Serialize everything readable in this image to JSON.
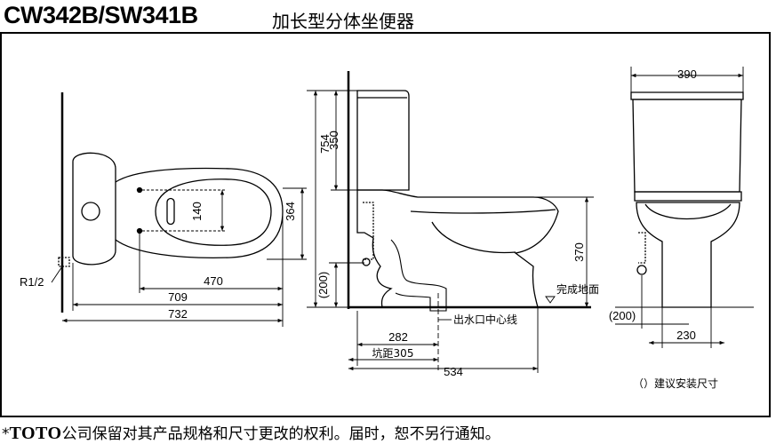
{
  "header": {
    "model": "CW342B/SW341B",
    "product_name": "加长型分体坐便器"
  },
  "plan_view": {
    "dim_140": "140",
    "dim_364": "364",
    "dim_470": "470",
    "dim_709": "709",
    "dim_732": "732",
    "label_r12": "R1/2"
  },
  "side_view": {
    "dim_754": "754",
    "dim_350": "350",
    "dim_200": "(200)",
    "dim_370": "370",
    "dim_282": "282",
    "dim_305": "坑距305",
    "dim_534": "534",
    "label_floor": "完成地面",
    "label_outlet": "出水口中心线"
  },
  "front_view": {
    "dim_390": "390",
    "dim_200": "(200)",
    "dim_230": "230"
  },
  "legend": {
    "text": "（）建议安装尺寸"
  },
  "footer": {
    "prefix": "*",
    "brand": "TOTO",
    "text": "公司保留对其产品规格和尺寸更改的权利。届时，恕不另行通知。"
  }
}
